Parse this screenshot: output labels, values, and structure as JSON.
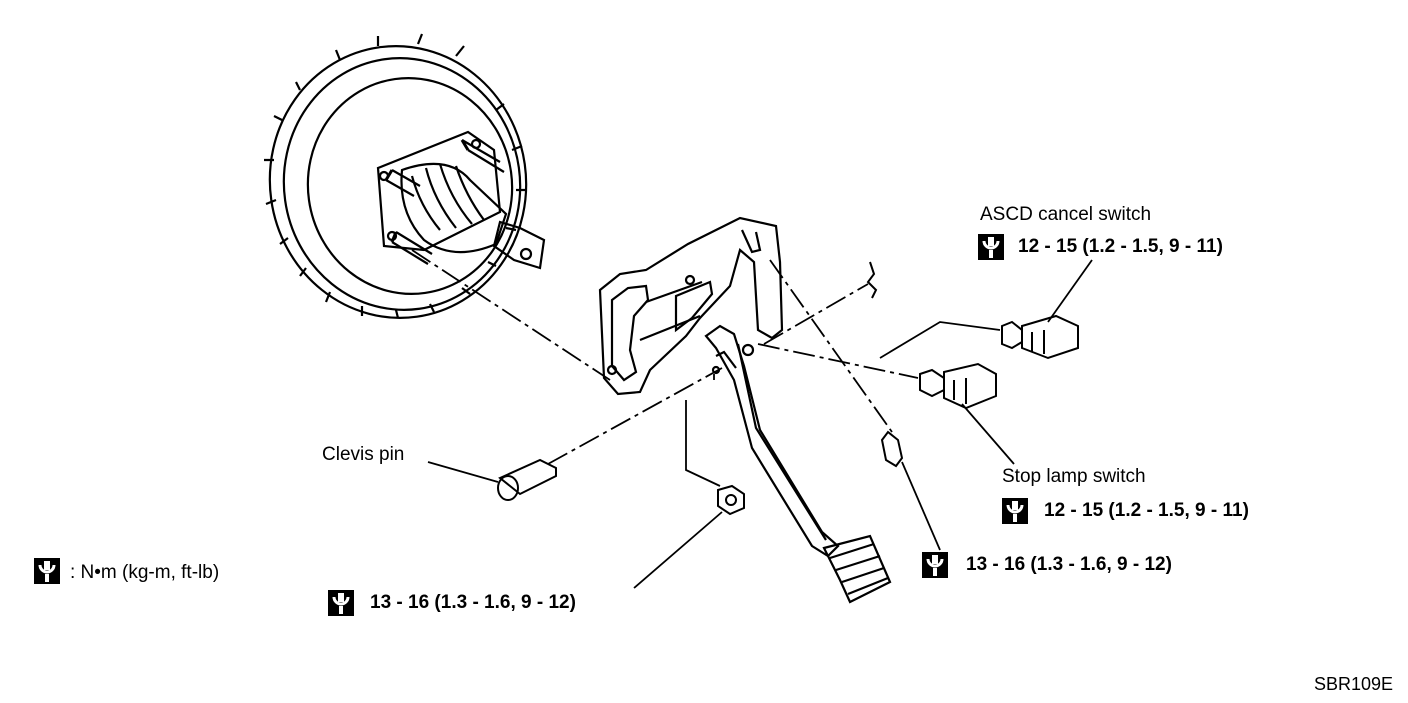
{
  "labels": {
    "ascd_switch": "ASCD cancel switch",
    "ascd_torque": "12 - 15 (1.2 - 1.5, 9 - 11)",
    "stop_lamp_switch": "Stop lamp switch",
    "stop_lamp_torque": "12 - 15 (1.2 - 1.5, 9 - 11)",
    "bolt_torque": "13 - 16 (1.3 - 1.6, 9 - 12)",
    "nut_torque": "13 - 16 (1.3 - 1.6, 9 - 12)",
    "clevis_pin": "Clevis pin",
    "legend_units": ": N•m (kg-m, ft-lb)",
    "figure_code": "SBR109E"
  },
  "icons": {
    "torque": "torque-wrench-icon"
  }
}
